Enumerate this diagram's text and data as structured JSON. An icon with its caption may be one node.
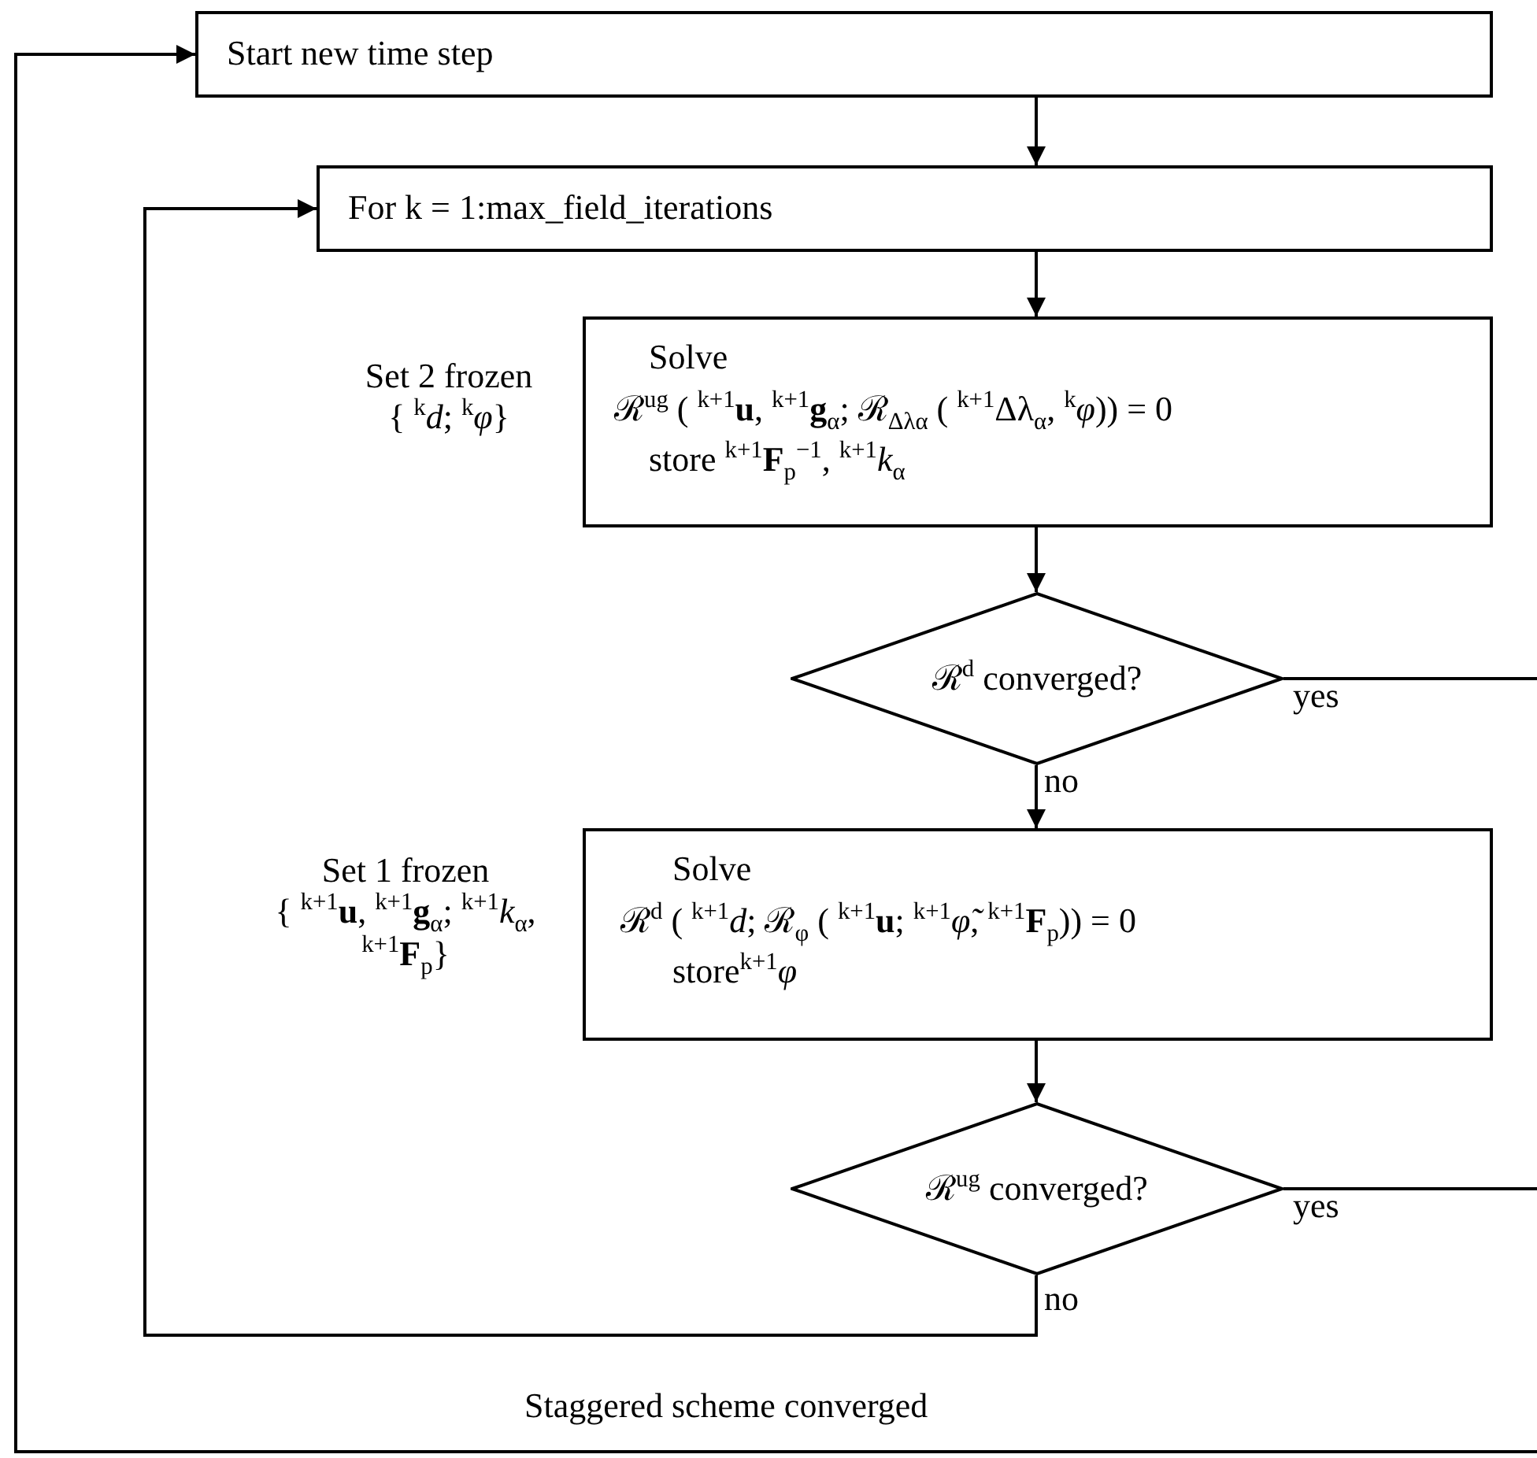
{
  "diagram": {
    "nodes": [
      {
        "text": [
          "Start new time step"
        ]
      },
      {
        "text": [
          "For k = 1:max_field_iterations"
        ]
      },
      {
        "text": [
          "Solve",
          "ℛ$^{ug}$ ( $^{k+1}$**u**, $^{k+1}$**g**$_{α}$; ℛ$_{Δλα}$ ( $^{k+1}$Δλ$_{α}$, $^{k}$*φ*)) = 0",
          "store $^{k+1}$**F**$_{p}$$^{−1}$, $^{k+1}$*k*$_{α}$"
        ],
        "beside": [
          "Set 2 frozen",
          "{ $^{k}$*d*; $^{k}$*φ*}"
        ]
      },
      {
        "text": [
          "ℛ$^{d}$ converged?"
        ]
      },
      {
        "text": [
          "Solve",
          "ℛ$^{d}$ ( $^{k+1}$*d*; ℛ$_{φ}$ ( $^{k+1}$**u**; $^{k+1}$*φ̃*, $^{k+1}$**F**$_{p}$)) = 0",
          "store$^{k+1}$*φ*"
        ],
        "beside": [
          "Set 1 frozen",
          "{ $^{k+1}$**u**, $^{k+1}$**g**$_{α}$; $^{k+1}$*k*$_{α}$, $^{k+1}$**F**$_{p}$}"
        ]
      },
      {
        "text": [
          "ℛ$^{ug}$ converged?"
        ]
      }
    ],
    "edges": [
      {
        "from": 0,
        "to": 1,
        "arrow": "to"
      },
      {
        "from": 1,
        "to": 2,
        "arrow": "to"
      },
      {
        "from": 2,
        "to": 3,
        "arrow": "to"
      },
      {
        "from": 3,
        "to": 4,
        "arrow": "to",
        "label": "no"
      },
      {
        "from": 4,
        "to": 5,
        "arrow": "to"
      },
      {
        "from": 5,
        "to": 1,
        "arrow": "to",
        "label": "no"
      },
      {
        "from": 3,
        "to": null,
        "arrow": "none",
        "label": "yes"
      },
      {
        "from": 5,
        "to": null,
        "arrow": "none",
        "label": "yes"
      },
      {
        "from": null,
        "to": 0,
        "arrow": "to",
        "label": "Staggered scheme converged"
      }
    ]
  }
}
